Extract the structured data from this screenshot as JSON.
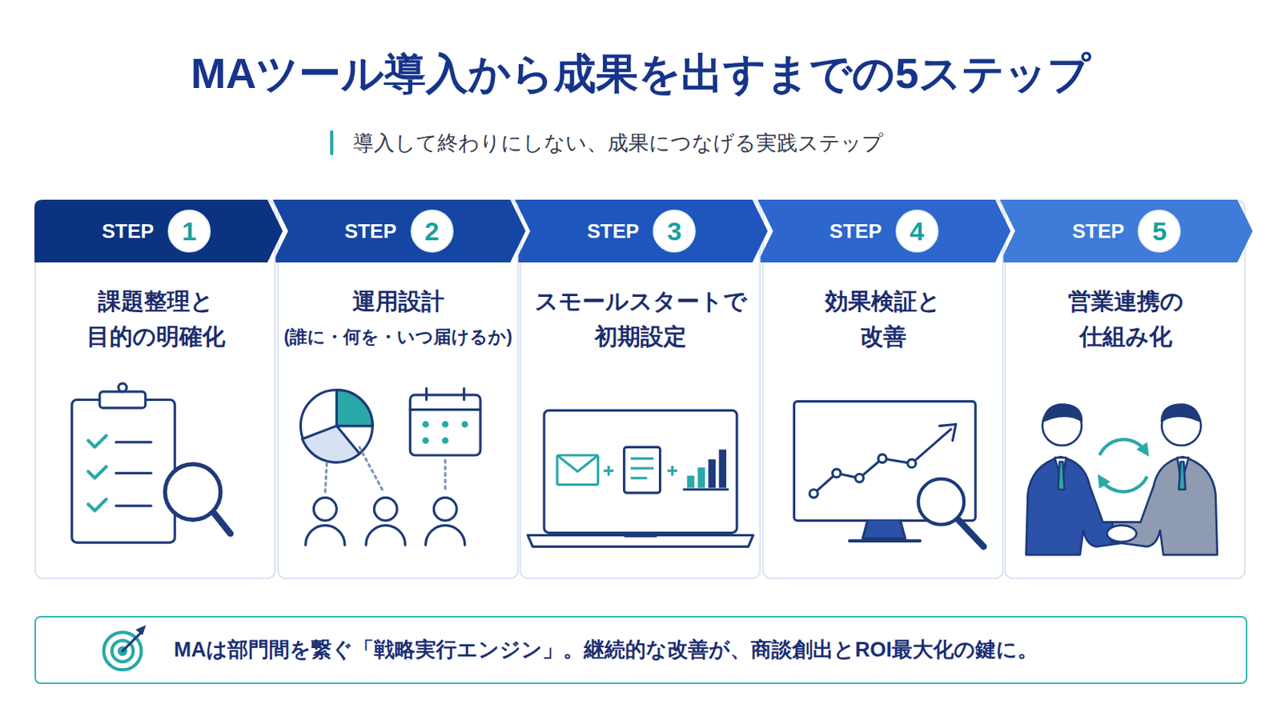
{
  "diagram": {
    "title": "MAツール導入から成果を出すまでの5ステップ",
    "nodes": [
      {
        "text": [
          "STEP",
          "課題整理と 目的の明確化"
        ]
      },
      {
        "text": [
          "1"
        ],
        "in": 0
      },
      {
        "text": [
          "STEP",
          "運用設計",
          "(誰に・何を・いつ届けるか)"
        ]
      },
      {
        "text": [
          "2"
        ],
        "in": 2
      },
      {
        "text": [
          "STEP",
          "スモールスタートで 初期設定"
        ]
      },
      {
        "text": [
          "3"
        ],
        "in": 4
      },
      {
        "text": [
          "STEP",
          "効果検証と 改善"
        ]
      },
      {
        "text": [
          "4"
        ],
        "in": 6
      },
      {
        "text": [
          "STEP",
          "営業連携の 仕組み化"
        ]
      },
      {
        "text": [
          "5"
        ],
        "in": 8
      },
      {
        "text": [
          "MAは部門間を繋ぐ「戦略実行エンジン」。継続的な改善が、商談創出とROI最大化の鍵に。"
        ]
      }
    ],
    "labels": [
      "導入して終わりにしない、成果につなげる実践ステップ"
    ]
  }
}
